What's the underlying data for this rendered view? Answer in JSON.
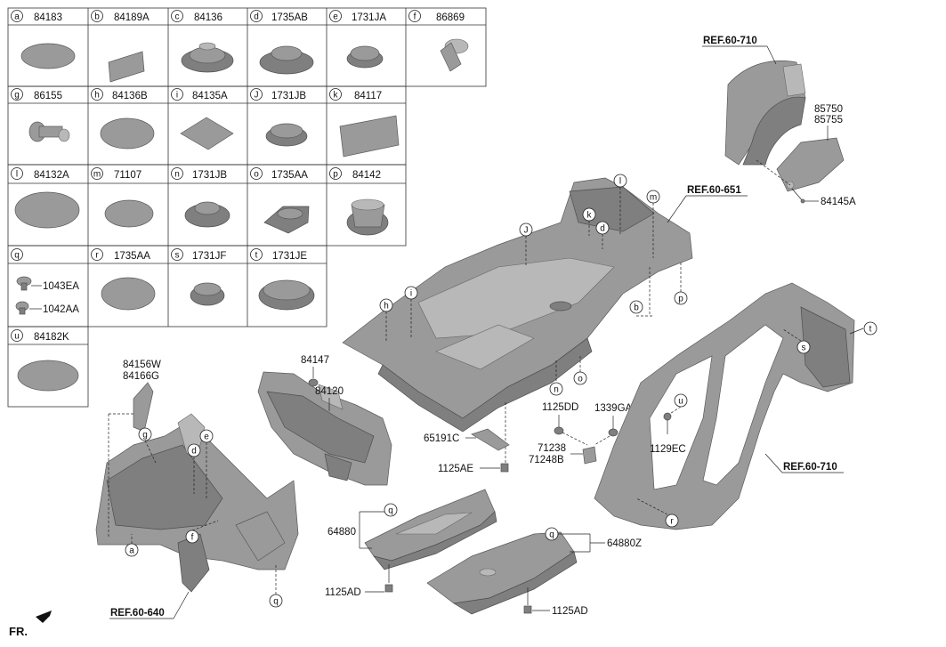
{
  "legend_cells": [
    {
      "letter": "a",
      "code": "84183"
    },
    {
      "letter": "b",
      "code": "84189A"
    },
    {
      "letter": "c",
      "code": "84136"
    },
    {
      "letter": "d",
      "code": "1735AB"
    },
    {
      "letter": "e",
      "code": "1731JA"
    },
    {
      "letter": "f",
      "code": "86869"
    },
    {
      "letter": "g",
      "code": "86155"
    },
    {
      "letter": "h",
      "code": "84136B"
    },
    {
      "letter": "i",
      "code": "84135A"
    },
    {
      "letter": "J",
      "code": "1731JB"
    },
    {
      "letter": "k",
      "code": "84117"
    },
    {
      "letter": "l",
      "code": "84132A"
    },
    {
      "letter": "m",
      "code": "71107"
    },
    {
      "letter": "n",
      "code": "1731JB"
    },
    {
      "letter": "o",
      "code": "1735AA"
    },
    {
      "letter": "p",
      "code": "84142"
    },
    {
      "letter": "q",
      "code": ""
    },
    {
      "letter": "r",
      "code": "1735AA"
    },
    {
      "letter": "s",
      "code": "1731JF"
    },
    {
      "letter": "t",
      "code": "1731JE"
    },
    {
      "letter": "u",
      "code": "84182K"
    }
  ],
  "q_cell_parts": [
    "1043EA",
    "1042AA"
  ],
  "callouts": {
    "c85750": "85750",
    "c85755": "85755",
    "c84145a": "84145A",
    "c84156w": "84156W",
    "c84166g": "84166G",
    "c84147": "84147",
    "c84120": "84120",
    "c1125dd": "1125DD",
    "c1339ga": "1339GA",
    "c65191c": "65191C",
    "c71238": "71238",
    "c71248b": "71248B",
    "c1129ec": "1129EC",
    "c1125ae": "1125AE",
    "c64880": "64880",
    "c64880z": "64880Z",
    "c1125ad_left": "1125AD",
    "c1125ad_right": "1125AD"
  },
  "refs": {
    "ref_top": "REF.60-710",
    "ref_floor": "REF.60-651",
    "ref_side": "REF.60-710",
    "ref_front": "REF.60-640"
  },
  "direction_label": "FR.",
  "bubble_letters": {
    "l_top": "l",
    "k": "k",
    "d_top": "d",
    "m": "m",
    "J": "J",
    "h": "h",
    "i": "i",
    "b": "b",
    "p": "p",
    "n": "n",
    "o": "o",
    "g": "g",
    "e": "e",
    "d_front": "d",
    "f": "f",
    "a": "a",
    "q_front": "q",
    "s": "s",
    "t": "t",
    "u": "u",
    "r": "r",
    "q_left": "q",
    "q_right": "q"
  }
}
